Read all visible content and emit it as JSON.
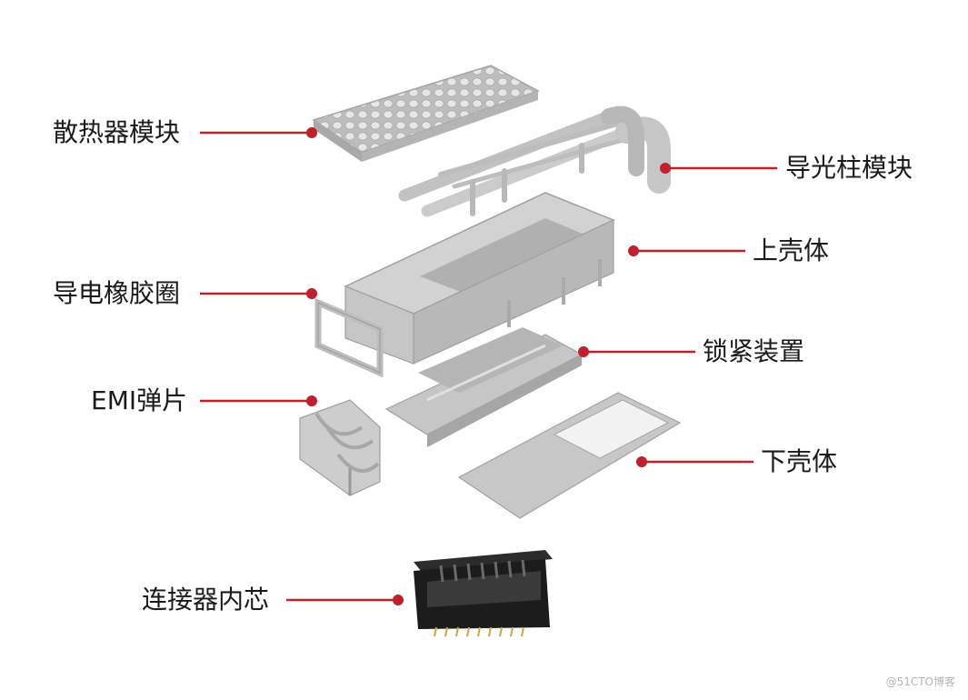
{
  "components": [
    {
      "id": "heatsink",
      "label": "散热器模块"
    },
    {
      "id": "lightpipe",
      "label": "导光柱模块"
    },
    {
      "id": "upper-shell",
      "label": "上壳体"
    },
    {
      "id": "gasket",
      "label": "导电橡胶圈"
    },
    {
      "id": "latch",
      "label": "锁紧装置"
    },
    {
      "id": "emi",
      "label": "EMI弹片"
    },
    {
      "id": "lower-shell",
      "label": "下壳体"
    },
    {
      "id": "core",
      "label": "连接器内芯"
    }
  ],
  "colors": {
    "leader": "#c0202a",
    "part": "#c4c4c4",
    "part_dark": "#9a9a9a",
    "connector": "#1c1c1c",
    "pins": "#c9a545"
  },
  "watermark": "@51CTO博客"
}
